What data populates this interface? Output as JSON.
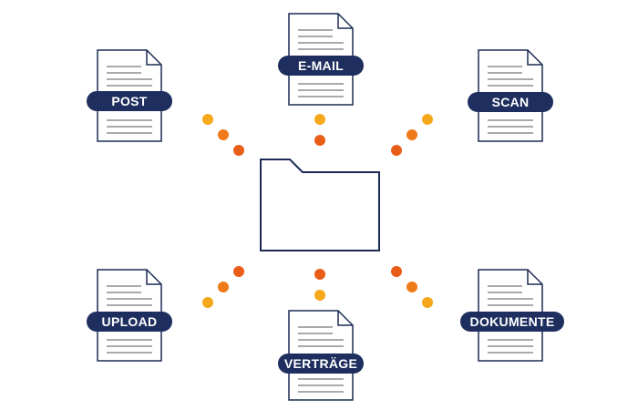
{
  "colors": {
    "navy": "#1e2f5f",
    "outline": "#1c2b55",
    "dot_yellow": "#f5a81c",
    "dot_orange": "#ef7a1a",
    "dot_red_orange": "#e85d18",
    "text_lines": "#8d8d8d"
  },
  "center": {
    "icon": "folder-icon"
  },
  "sources": [
    {
      "id": "post",
      "label": "POST",
      "icon": "document-icon"
    },
    {
      "id": "email",
      "label": "E-MAIL",
      "icon": "document-icon"
    },
    {
      "id": "scan",
      "label": "SCAN",
      "icon": "document-icon"
    },
    {
      "id": "upload",
      "label": "UPLOAD",
      "icon": "document-icon"
    },
    {
      "id": "vertraege",
      "label": "VERTRÄGE",
      "icon": "document-icon"
    },
    {
      "id": "dokumente",
      "label": "DOKUMENTE",
      "icon": "document-icon"
    }
  ]
}
